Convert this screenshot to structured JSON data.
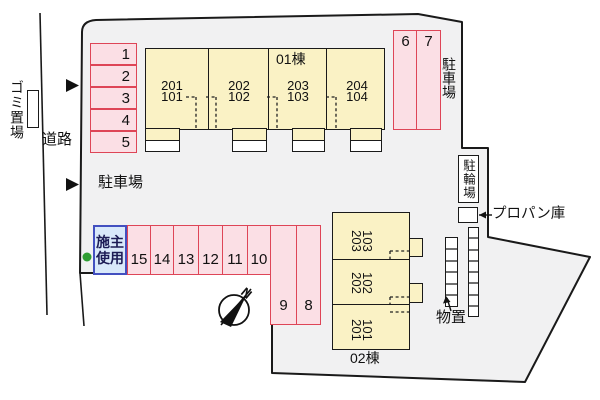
{
  "site_plan": {
    "type": "apartment-site-plan",
    "north_mark": "N"
  },
  "labels": {
    "road": "道路",
    "garbage": "ゴミ置場",
    "parking_main": "駐車場",
    "parking_side": "駐車場",
    "bicycle_parking": "駐輪場",
    "propane": "プロパン庫",
    "storage_shed": "物置",
    "owner_use": [
      "施主",
      "使用"
    ],
    "north": "N"
  },
  "building01": {
    "name": "01棟",
    "units": [
      {
        "upper": "201",
        "lower": "101"
      },
      {
        "upper": "202",
        "lower": "102"
      },
      {
        "upper": "203",
        "lower": "103"
      },
      {
        "upper": "204",
        "lower": "104"
      }
    ]
  },
  "building02": {
    "name": "02棟",
    "units": [
      {
        "upper": "203",
        "lower": "103"
      },
      {
        "upper": "202",
        "lower": "102"
      },
      {
        "upper": "201",
        "lower": "101"
      }
    ]
  },
  "parking_spaces": {
    "west_column": [
      "1",
      "2",
      "3",
      "4",
      "5"
    ],
    "north_pair": [
      "6",
      "7"
    ],
    "south_row": [
      "15",
      "14",
      "13",
      "12",
      "11",
      "10"
    ],
    "south_pair": [
      "9",
      "8"
    ]
  },
  "colors": {
    "site_fill": "#F1F1F2",
    "line": "#1A1A1A",
    "parking_fill": "#FBDFE5",
    "parking_border": "#DE4557",
    "building_fill": "#FAF2C5",
    "owner_fill": "#D9E9FA",
    "owner_border": "#4350C0",
    "green_dot": "#2F9E33"
  }
}
